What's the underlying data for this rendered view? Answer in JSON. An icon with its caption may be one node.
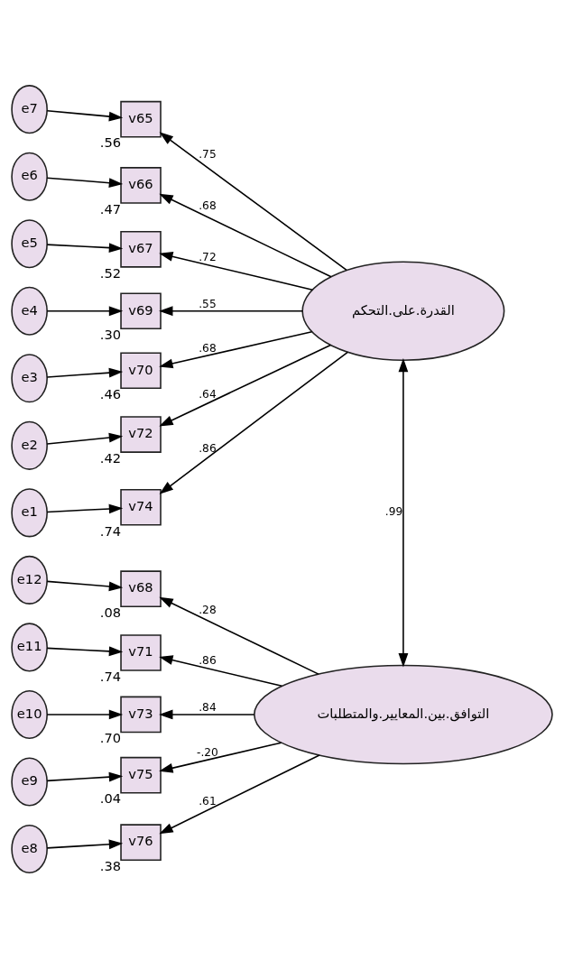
{
  "diagram": {
    "nodes": [
      {
        "text": [
          "e7"
        ]
      },
      {
        "text": [
          "v65"
        ],
        "beside": [
          ".56"
        ]
      },
      {
        "text": [
          "e6"
        ]
      },
      {
        "text": [
          "v66"
        ],
        "beside": [
          ".47"
        ]
      },
      {
        "text": [
          "e5"
        ]
      },
      {
        "text": [
          "v67"
        ],
        "beside": [
          ".52"
        ]
      },
      {
        "text": [
          "e4"
        ]
      },
      {
        "text": [
          "v69"
        ],
        "beside": [
          ".30"
        ]
      },
      {
        "text": [
          "e3"
        ]
      },
      {
        "text": [
          "v70"
        ],
        "beside": [
          ".46"
        ]
      },
      {
        "text": [
          "e2"
        ]
      },
      {
        "text": [
          "v72"
        ],
        "beside": [
          ".42"
        ]
      },
      {
        "text": [
          "e1"
        ]
      },
      {
        "text": [
          "v74"
        ],
        "beside": [
          ".74"
        ]
      },
      {
        "text": [
          "القدرة.على.التحكم"
        ]
      },
      {
        "text": [
          "e12"
        ]
      },
      {
        "text": [
          "v68"
        ],
        "beside": [
          ".08"
        ]
      },
      {
        "text": [
          "e11"
        ]
      },
      {
        "text": [
          "v71"
        ],
        "beside": [
          ".74"
        ]
      },
      {
        "text": [
          "e10"
        ]
      },
      {
        "text": [
          "v73"
        ],
        "beside": [
          ".70"
        ]
      },
      {
        "text": [
          "e9"
        ]
      },
      {
        "text": [
          "v75"
        ],
        "beside": [
          ".04"
        ]
      },
      {
        "text": [
          "e8"
        ]
      },
      {
        "text": [
          "v76"
        ],
        "beside": [
          ".38"
        ]
      },
      {
        "text": [
          "التوافق.بين.المعايير.والمتطلبات"
        ]
      }
    ],
    "edges": [
      {
        "from": 0,
        "to": 1,
        "arrow": "to"
      },
      {
        "from": 2,
        "to": 3,
        "arrow": "to"
      },
      {
        "from": 4,
        "to": 5,
        "arrow": "to"
      },
      {
        "from": 6,
        "to": 7,
        "arrow": "to"
      },
      {
        "from": 8,
        "to": 9,
        "arrow": "to"
      },
      {
        "from": 10,
        "to": 11,
        "arrow": "to"
      },
      {
        "from": 12,
        "to": 13,
        "arrow": "to"
      },
      {
        "from": 14,
        "to": 1,
        "arrow": "to",
        "label": ".75"
      },
      {
        "from": 14,
        "to": 3,
        "arrow": "to",
        "label": ".68"
      },
      {
        "from": 14,
        "to": 5,
        "arrow": "to",
        "label": ".72"
      },
      {
        "from": 14,
        "to": 7,
        "arrow": "to",
        "label": ".55"
      },
      {
        "from": 14,
        "to": 9,
        "arrow": "to",
        "label": ".68"
      },
      {
        "from": 14,
        "to": 11,
        "arrow": "to",
        "label": ".64"
      },
      {
        "from": 14,
        "to": 13,
        "arrow": "to",
        "label": ".86"
      },
      {
        "from": 15,
        "to": 16,
        "arrow": "to"
      },
      {
        "from": 17,
        "to": 18,
        "arrow": "to"
      },
      {
        "from": 19,
        "to": 20,
        "arrow": "to"
      },
      {
        "from": 21,
        "to": 22,
        "arrow": "to"
      },
      {
        "from": 23,
        "to": 24,
        "arrow": "to"
      },
      {
        "from": 25,
        "to": 16,
        "arrow": "to",
        "label": ".28"
      },
      {
        "from": 25,
        "to": 18,
        "arrow": "to",
        "label": ".86"
      },
      {
        "from": 25,
        "to": 20,
        "arrow": "to",
        "label": ".84"
      },
      {
        "from": 25,
        "to": 22,
        "arrow": "to",
        "label": "-.20"
      },
      {
        "from": 25,
        "to": 24,
        "arrow": "to",
        "label": ".61"
      },
      {
        "from": 14,
        "to": 25,
        "arrow": "both",
        "label": ".99"
      }
    ]
  }
}
